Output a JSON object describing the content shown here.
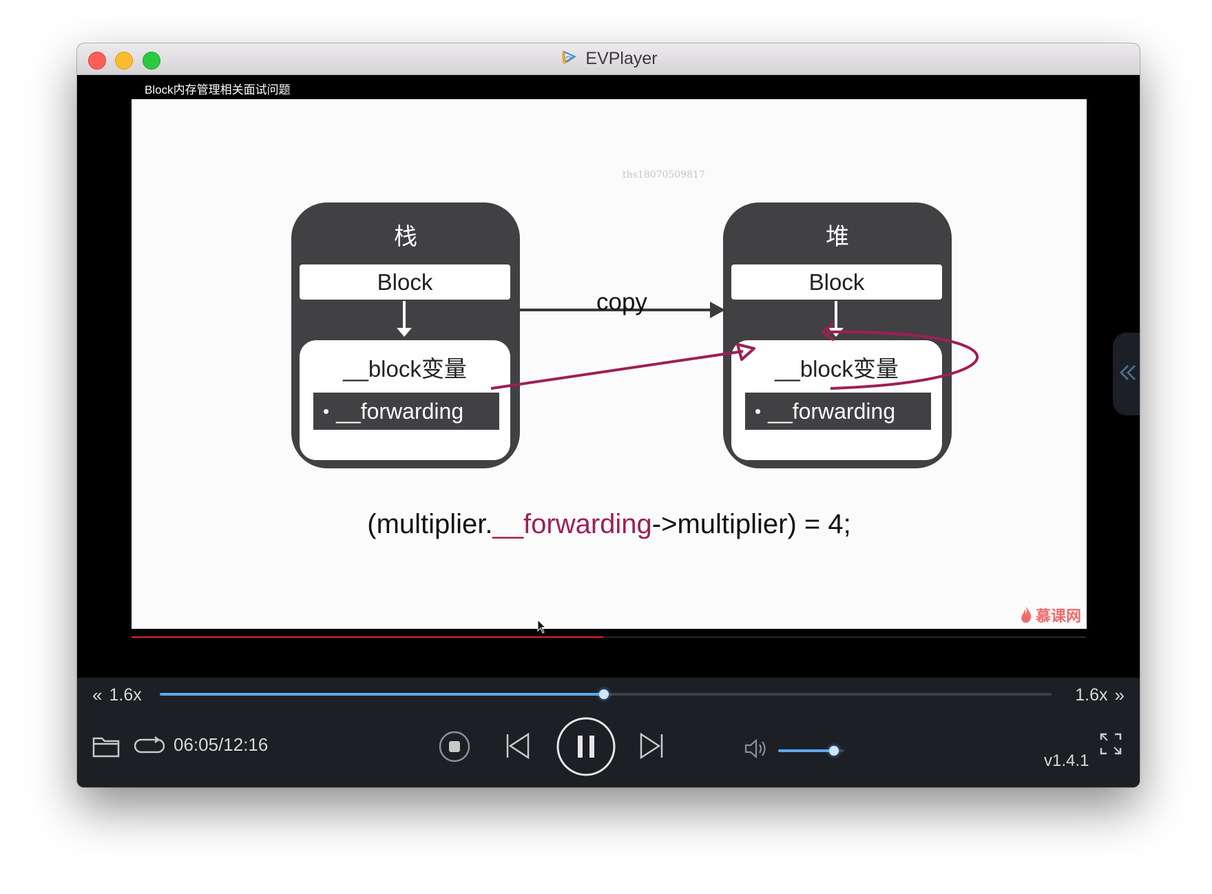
{
  "window": {
    "title": "EVPlayer"
  },
  "video": {
    "title": "Block内存管理相关面试问题",
    "watermark": "ths18070509817",
    "playback_progress": 0.494
  },
  "slide": {
    "left_box": {
      "title": "栈",
      "block_label": "Block",
      "var_label": "__block变量",
      "forwarding_label": "__forwarding"
    },
    "right_box": {
      "title": "堆",
      "block_label": "Block",
      "var_label": "__block变量",
      "forwarding_label": "__forwarding"
    },
    "arrow_label": "copy",
    "formula_prefix": "(multiplier.",
    "formula_accent": "__forwarding",
    "formula_suffix": "->multiplier) = 4;",
    "accent_color": "#9e1f55",
    "brand": "慕课网"
  },
  "controls": {
    "speed_left": "1.6x",
    "speed_right": "1.6x",
    "seek_progress": 0.498,
    "time_display": "06:05/12:16",
    "volume_level": 0.84,
    "version": "v1.4.1",
    "accent_color": "#5aa9f5",
    "icons": [
      "folder-icon",
      "loop-icon",
      "stop-icon",
      "previous-icon",
      "pause-icon",
      "next-icon",
      "volume-icon",
      "fullscreen-icon"
    ]
  }
}
